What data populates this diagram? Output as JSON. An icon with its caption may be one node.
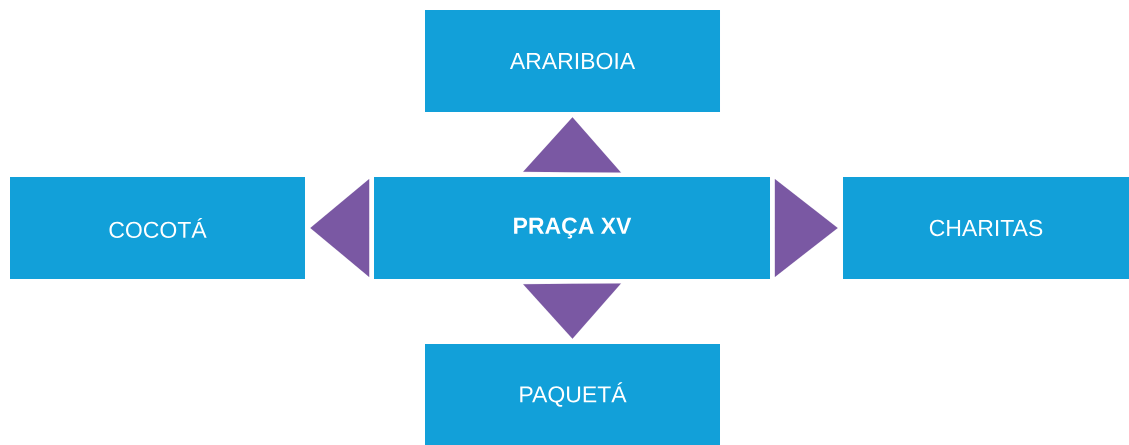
{
  "diagram": {
    "nodes": [
      {
        "text": [
          "ARARIBOIA"
        ]
      },
      {
        "text": [
          "COCOTÁ"
        ]
      },
      {
        "text": [
          "PRAÇA XV"
        ]
      },
      {
        "text": [
          "CHARITAS"
        ]
      },
      {
        "text": [
          "PAQUETÁ"
        ]
      }
    ],
    "edges": [
      {
        "from": 2,
        "to": 0,
        "arrow": "to"
      },
      {
        "from": 2,
        "to": 1,
        "arrow": "to"
      },
      {
        "from": 2,
        "to": 3,
        "arrow": "to"
      },
      {
        "from": 2,
        "to": 4,
        "arrow": "to"
      }
    ]
  }
}
